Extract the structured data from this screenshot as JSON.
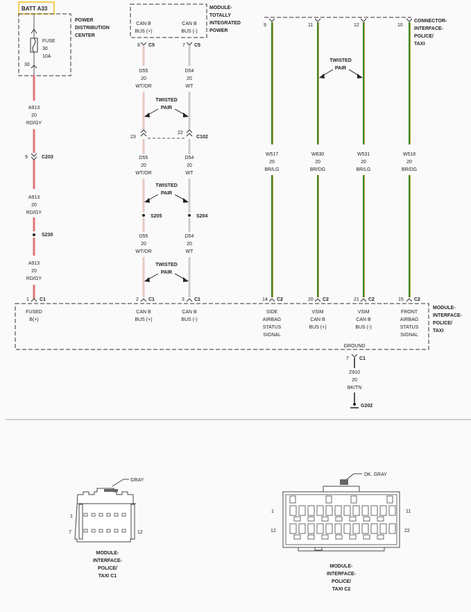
{
  "batt": "BATT A33",
  "pdc": {
    "l1": "POWER",
    "l2": "DISTRIBUTION",
    "l3": "CENTER",
    "fuse": "FUSE",
    "fuse_num": "30",
    "fuse_amp": "10A",
    "pin": "30"
  },
  "tipm": {
    "l1": "MODULE-",
    "l2": "TOTALLY",
    "l3": "INTEGRATED",
    "l4": "POWER",
    "canb": "CAN B",
    "busp": "BUS (+)",
    "busn": "BUS (-)"
  },
  "cipt": {
    "l1": "CONNECTOR-",
    "l2": "INTERFACE-",
    "l3": "POLICE/",
    "l4": "TAXI"
  },
  "mipt": {
    "l1": "MODULE-",
    "l2": "INTERFACE-",
    "l3": "POLICE/",
    "l4": "TAXI"
  },
  "twisted": "TWISTED",
  "pair": "PAIR",
  "gauge": "20",
  "pins": {
    "p1": "1",
    "p2": "2",
    "p3": "3",
    "p7": "7",
    "p8": "8",
    "p9": "9",
    "p10": "10",
    "p11": "11",
    "p12": "12",
    "p14": "14",
    "p15": "15",
    "p20": "20",
    "p21": "21",
    "p22": "22",
    "p23": "23"
  },
  "conn": {
    "c1": "C1",
    "c2": "C2",
    "c5": "C5",
    "c102": "C102",
    "c203": "C203",
    "s204": "S204",
    "s205": "S205",
    "s230": "S230",
    "g202": "G202"
  },
  "wires": {
    "a913": "A913",
    "rdgy": "RD/GY",
    "d55": "D55",
    "wtor": "WT/OR",
    "d54": "D54",
    "wt": "WT",
    "w517": "W517",
    "brlg": "BR/LG",
    "w630": "W630",
    "brdg": "BR/DG",
    "w531": "W531",
    "w518": "W518",
    "z910": "Z910",
    "bktn": "BK/TN"
  },
  "labels": {
    "fused": "FUSED",
    "bplus": "B(+)",
    "canb": "CAN B",
    "busp": "BUS (+)",
    "busn": "BUS (-)",
    "side": "SIDE",
    "airbag": "AIRBAG",
    "status": "STATUS",
    "signal": "SIGNAL",
    "vsim": "VSIM",
    "front": "FRONT",
    "ground": "GROUND"
  },
  "c1view": {
    "color": "GRAY",
    "l1": "MODULE-",
    "l2": "INTERFACE-",
    "l3": "POLICE/",
    "l4": "TAXI C1"
  },
  "c2view": {
    "color": "DK. GRAY",
    "l1": "MODULE-",
    "l2": "INTERFACE-",
    "l3": "POLICE/",
    "l4": "TAXI C2"
  },
  "colors": {
    "red": "#e07575",
    "green": "#3a8a22",
    "tan": "#b8a050",
    "pink": "#e8c8c0",
    "grey": "#c8c8c8"
  }
}
